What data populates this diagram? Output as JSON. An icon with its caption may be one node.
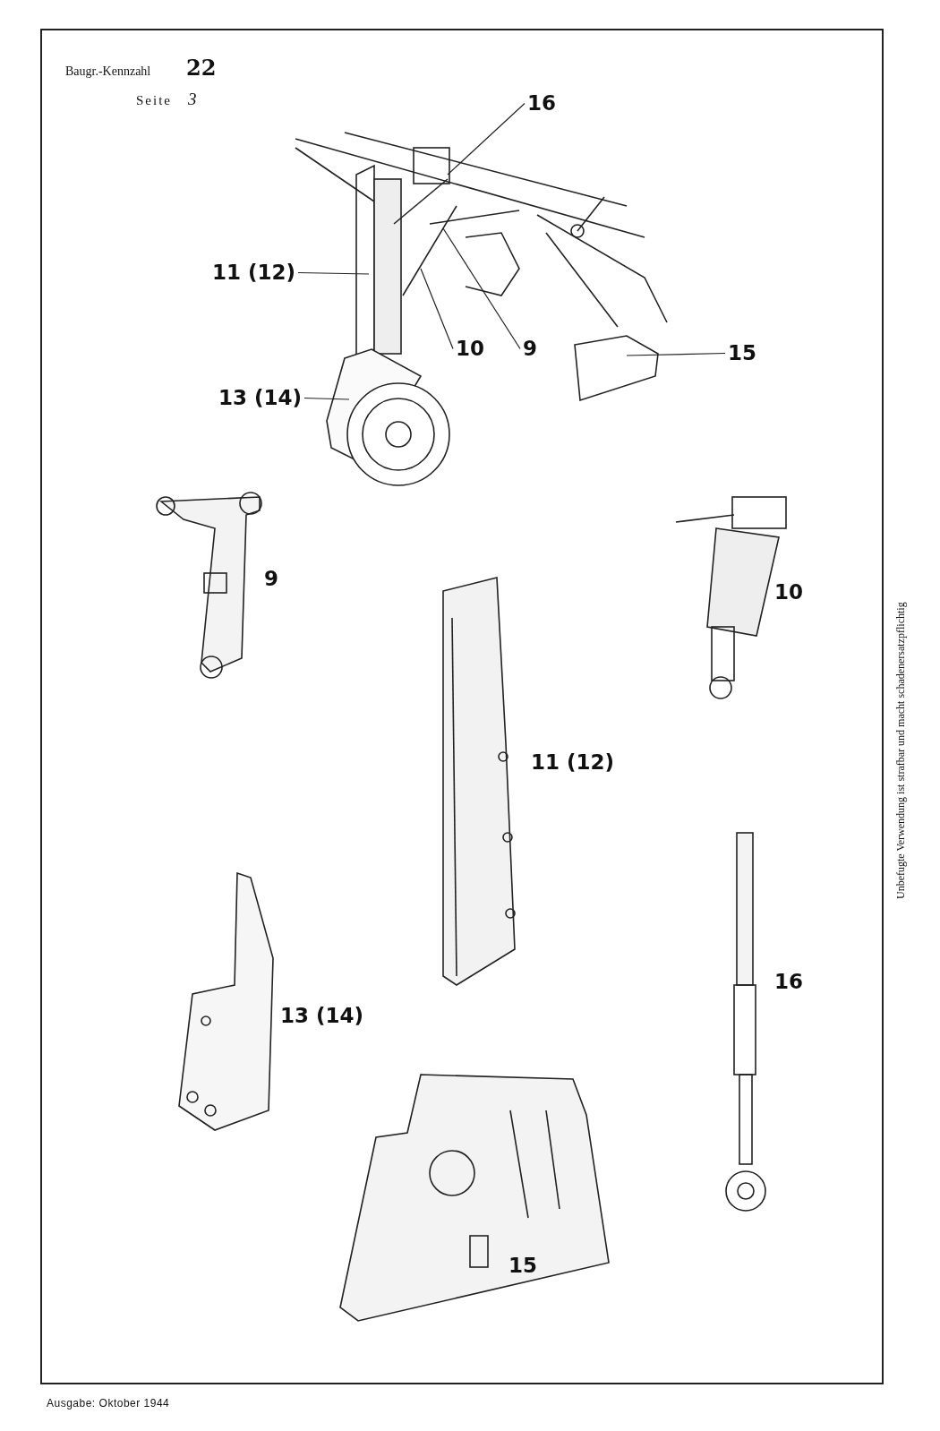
{
  "diagram": {
    "nodes": [
      {
        "text": [
          "16"
        ]
      },
      {
        "text": [
          "11 (12)"
        ]
      },
      {
        "text": [
          "10"
        ]
      },
      {
        "text": [
          "9"
        ]
      },
      {
        "text": [
          "15"
        ]
      },
      {
        "text": [
          "13 (14)"
        ]
      }
    ],
    "edges": [
      {
        "from": 0,
        "to": null,
        "arrow": "none"
      },
      {
        "from": 1,
        "to": null,
        "arrow": "none"
      },
      {
        "from": 2,
        "to": null,
        "arrow": "none"
      },
      {
        "from": 3,
        "to": null,
        "arrow": "none"
      },
      {
        "from": 4,
        "to": null,
        "arrow": "none"
      },
      {
        "from": 5,
        "to": null,
        "arrow": "none"
      }
    ],
    "labels": [
      "Baugr.-Kennzahl",
      "22",
      "Seite",
      "3",
      "9",
      "10",
      "11 (12)",
      "16",
      "13 (14)",
      "15",
      "Unbefugte Verwendung ist strafbar und macht schadenersatzpflichtig",
      "Ausgabe: Oktober 1944"
    ]
  }
}
